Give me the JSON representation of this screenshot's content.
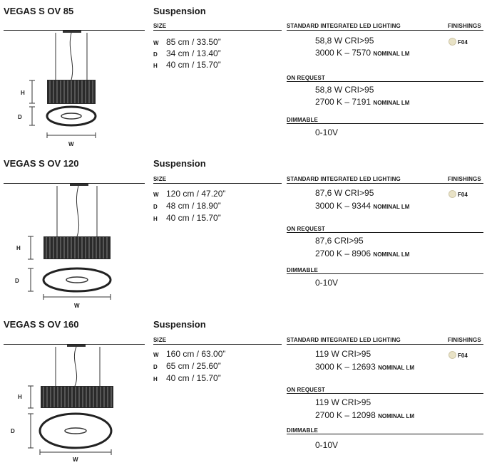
{
  "labels": {
    "size": "SIZE",
    "standard": "STANDARD INTEGRATED LED LIGHTING",
    "finishings": "FINISHINGS",
    "on_request": "ON REQUEST",
    "dimmable": "DIMMABLE",
    "w_key": "W",
    "d_key": "D",
    "h_key": "H",
    "nominal": "NOMINAL LM"
  },
  "products": [
    {
      "name": "VEGAS S OV 85",
      "type": "Suspension",
      "w": "85 cm / 33.50”",
      "d": "34 cm / 13.40”",
      "h": "40 cm / 15.70”",
      "std_power": "58,8 W CRI>95",
      "std_temp": "3000 K – 7570",
      "req_power": "58,8 W CRI>95",
      "req_temp": "2700 K – 7191",
      "dimmable": "0-10V",
      "finish": "F04"
    },
    {
      "name": "VEGAS S OV 120",
      "type": "Suspension",
      "w": "120 cm / 47.20”",
      "d": "48 cm / 18.90”",
      "h": "40 cm / 15.70”",
      "std_power": "87,6 W CRI>95",
      "std_temp": "3000 K – 9344",
      "req_power": "87,6 CRI>95",
      "req_temp": "2700 K – 8906",
      "dimmable": "0-10V",
      "finish": "F04"
    },
    {
      "name": "VEGAS S OV 160",
      "type": "Suspension",
      "w": "160 cm / 63.00”",
      "d": "65 cm / 25.60”",
      "h": "40 cm / 15.70”",
      "std_power": "119 W CRI>95",
      "std_temp": "3000 K – 12693",
      "req_power": "119 W CRI>95",
      "req_temp": "2700 K – 12098",
      "dimmable": "0-10V",
      "finish": "F04"
    }
  ],
  "colors": {
    "finish_swatch": "#e8e2c6",
    "ink": "#1a1a1a"
  }
}
